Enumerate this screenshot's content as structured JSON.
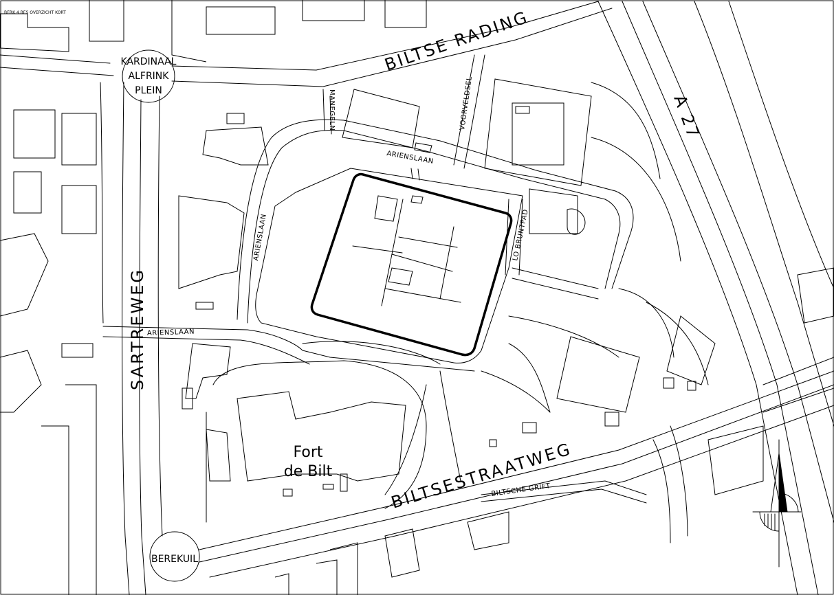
{
  "drawing_id": "BERK 4 BES OVERZICHT KORT",
  "streets": {
    "biltse_rading": "BILTSE RADING",
    "sartreweg": "SARTREWEG",
    "biltsestraatweg": "BILTSESTRAATWEG",
    "biltsche_grift": "BILTSCHE GRIFT",
    "a27": "A 27",
    "arienslaan_top": "ARIENSLAAN",
    "arienslaan_left": "ARIENSLAAN",
    "arienslaan_bottom": "ARIENSLAAN",
    "manegeln": "MANEGELN",
    "voorveldsel": "VOORVELDSEL",
    "lo_bruntpad": "LO BRUNTPAD"
  },
  "places": {
    "kardinaal": "KARDINAAL",
    "alfrink": "ALFRINK",
    "plein": "PLEIN",
    "berekuil": "BEREKUIL",
    "fort_line1": "Fort",
    "fort_line2": "de Bilt"
  },
  "north_arrow": "north-arrow-icon"
}
